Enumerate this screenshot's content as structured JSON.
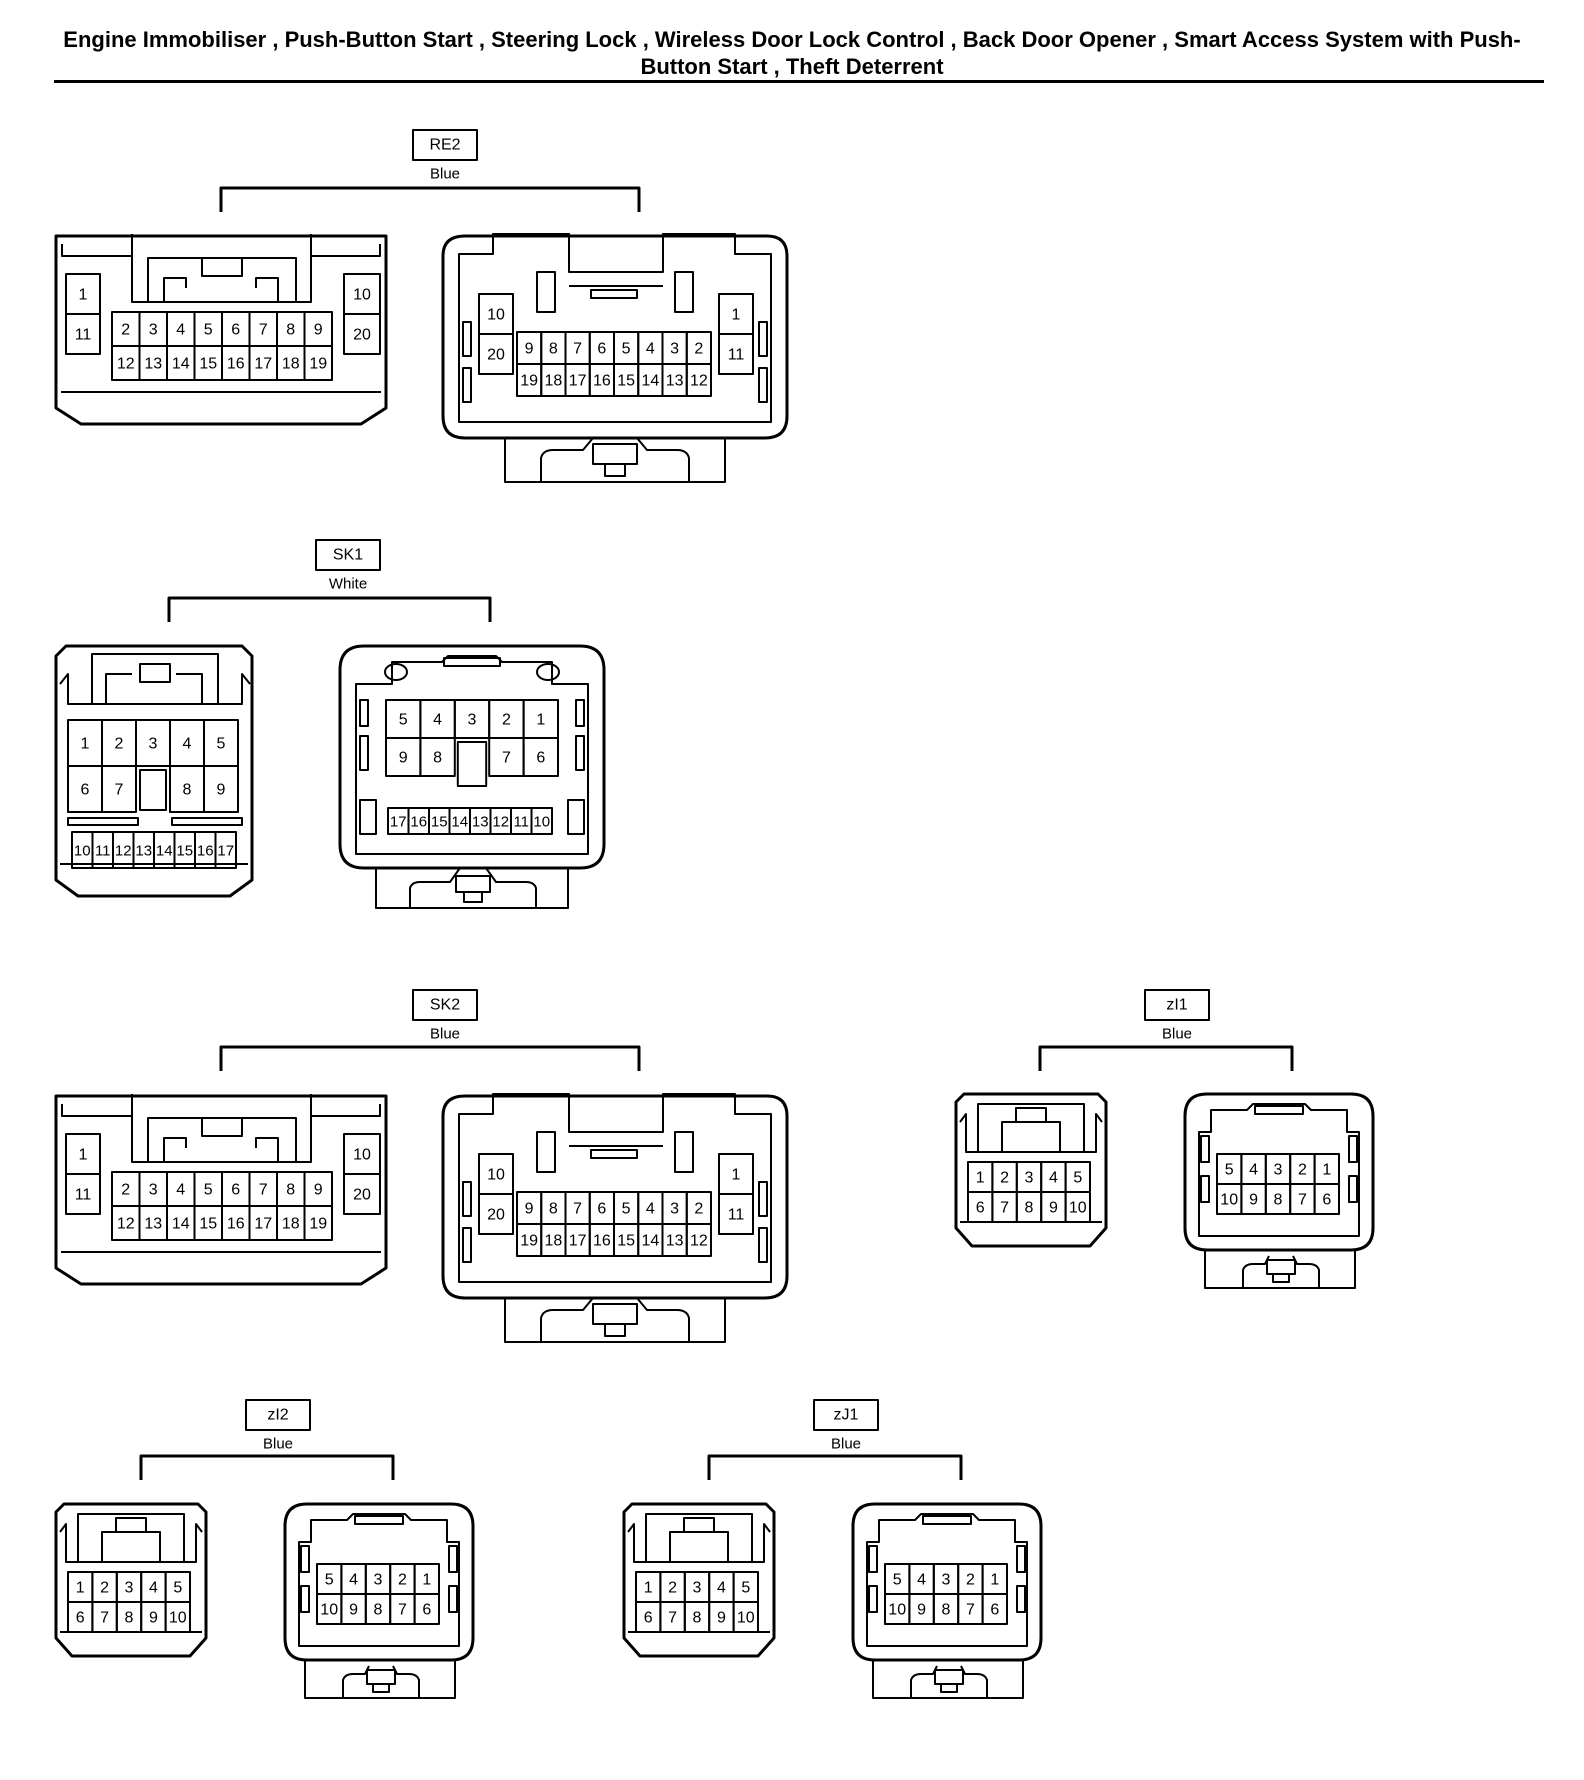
{
  "title": "Engine Immobiliser , Push-Button Start , Steering Lock , Wireless Door Lock Control , Back Door Opener , Smart Access System with Push-Button Start , Theft Deterrent",
  "connectors": [
    {
      "id": "RE2",
      "color": "Blue",
      "type": "twenty_pin"
    },
    {
      "id": "SK1",
      "color": "White",
      "type": "seventeen_pin"
    },
    {
      "id": "SK2",
      "color": "Blue",
      "type": "twenty_pin"
    },
    {
      "id": "zI1",
      "color": "Blue",
      "type": "ten_pin"
    },
    {
      "id": "zI2",
      "color": "Blue",
      "type": "ten_pin"
    },
    {
      "id": "zJ1",
      "color": "Blue",
      "type": "ten_pin"
    }
  ],
  "pin_layouts": {
    "twenty_pin": {
      "male": {
        "left": [
          "1",
          "11"
        ],
        "top": [
          "2",
          "3",
          "4",
          "5",
          "6",
          "7",
          "8",
          "9"
        ],
        "bottom": [
          "12",
          "13",
          "14",
          "15",
          "16",
          "17",
          "18",
          "19"
        ],
        "right": [
          "10",
          "20"
        ]
      },
      "female": {
        "left": [
          "10",
          "20"
        ],
        "top": [
          "9",
          "8",
          "7",
          "6",
          "5",
          "4",
          "3",
          "2"
        ],
        "bottom": [
          "19",
          "18",
          "17",
          "16",
          "15",
          "14",
          "13",
          "12"
        ],
        "right": [
          "1",
          "11"
        ]
      }
    },
    "seventeen_pin": {
      "male": {
        "row1": [
          "1",
          "2",
          "3",
          "4",
          "5"
        ],
        "row2": [
          "6",
          "7",
          "",
          "8",
          "9"
        ],
        "row3": [
          "10",
          "11",
          "12",
          "13",
          "14",
          "15",
          "16",
          "17"
        ]
      },
      "female": {
        "row1": [
          "5",
          "4",
          "3",
          "2",
          "1"
        ],
        "row2": [
          "9",
          "8",
          "",
          "7",
          "6"
        ],
        "row3": [
          "17",
          "16",
          "15",
          "14",
          "13",
          "12",
          "11",
          "10"
        ]
      }
    },
    "ten_pin": {
      "male": {
        "row1": [
          "1",
          "2",
          "3",
          "4",
          "5"
        ],
        "row2": [
          "6",
          "7",
          "8",
          "9",
          "10"
        ]
      },
      "female": {
        "row1": [
          "5",
          "4",
          "3",
          "2",
          "1"
        ],
        "row2": [
          "10",
          "9",
          "8",
          "7",
          "6"
        ]
      }
    }
  }
}
